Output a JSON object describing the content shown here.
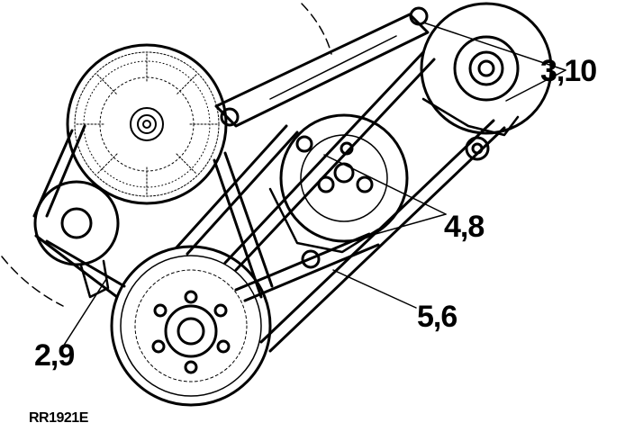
{
  "callouts": [
    {
      "label": "3,10"
    },
    {
      "label": "4,8"
    },
    {
      "label": "5,6"
    },
    {
      "label": "2,9"
    }
  ],
  "figure_ref": "RR1921E",
  "colors": {
    "ink": "#000000",
    "paper": "#ffffff"
  }
}
